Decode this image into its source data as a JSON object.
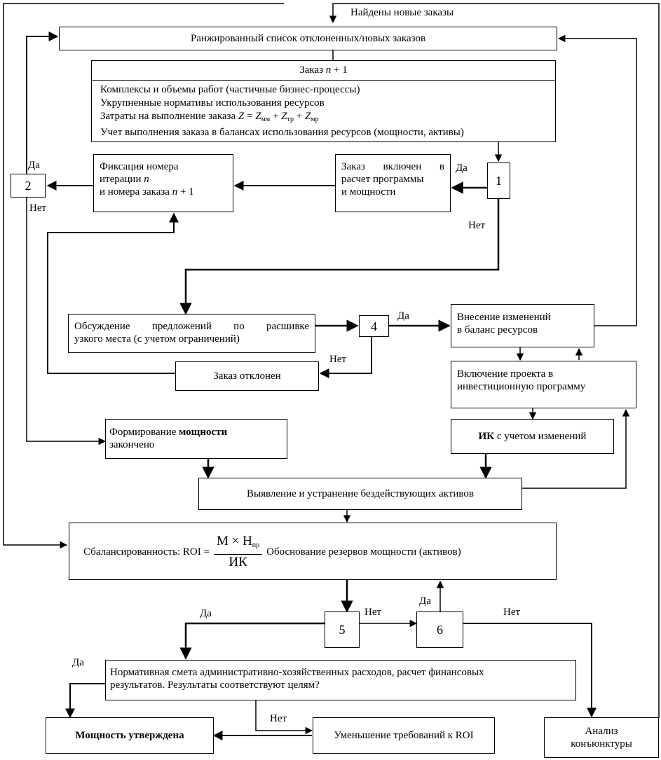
{
  "top_label": "Найдены новые заказы",
  "ranked_list": "Ранжированный список отклоненных/новых заказов",
  "order_block": {
    "title": "Заказ n + 1",
    "lines": [
      "Комплексы и объемы работ (частичные бизнес-процессы)",
      "Укрупненные нормативы использования ресурсов",
      "Затраты на выполнение заказа Z = Zмм + Zтр + Zмр",
      "Учет выполнения заказа в балансах использования ресурсов (мощности, активы)"
    ]
  },
  "iteration_box": {
    "l1": "Фиксация номера",
    "l2": "итерации n",
    "l3": "и номера заказа n + 1"
  },
  "included_box": {
    "l1": "Заказ включен в",
    "l2": "расчет программы",
    "l3": "и мощности"
  },
  "decisions": {
    "d1": "1",
    "d2": "2",
    "d4": "4",
    "d5": "5",
    "d6": "6"
  },
  "labels": {
    "yes": "Да",
    "no": "Нет"
  },
  "discussion_box": {
    "l1": "Обсуждение предложений по расшивке",
    "l2": "узкого места (с учетом ограничений)"
  },
  "rejected_box": "Заказ отклонен",
  "balance_change_box": {
    "l1": "Внесение изменений",
    "l2": "в баланс ресурсов"
  },
  "invest_box": {
    "l1": "Включение проекта в",
    "l2": "инвестиционную программу"
  },
  "capacity_done_box": {
    "l1a": "Формирование ",
    "l1b": "мощности",
    "l2": "закончено"
  },
  "ik_box": {
    "bold": "ИК",
    "rest": " с учетом изменений"
  },
  "idle_assets_box": "Выявление и устранение бездействующих активов",
  "balance_box": {
    "prefix": "Сбалансированность:  ROI =",
    "numerator": "M × H",
    "numerator_sub": "пр",
    "denominator": "ИК",
    "suffix": "Обоснование резервов мощности (активов)"
  },
  "estimate_box": {
    "l1": "Нормативная смета административно-хозяйственных расходов, расчет финансовых",
    "l2": "результатов. Результаты соответствуют целям?"
  },
  "approved_box": "Мощность утверждена",
  "reduce_box": "Уменьшение требований к ROI",
  "market_box": {
    "l1": "Анализ",
    "l2": "конъюнктуры"
  }
}
